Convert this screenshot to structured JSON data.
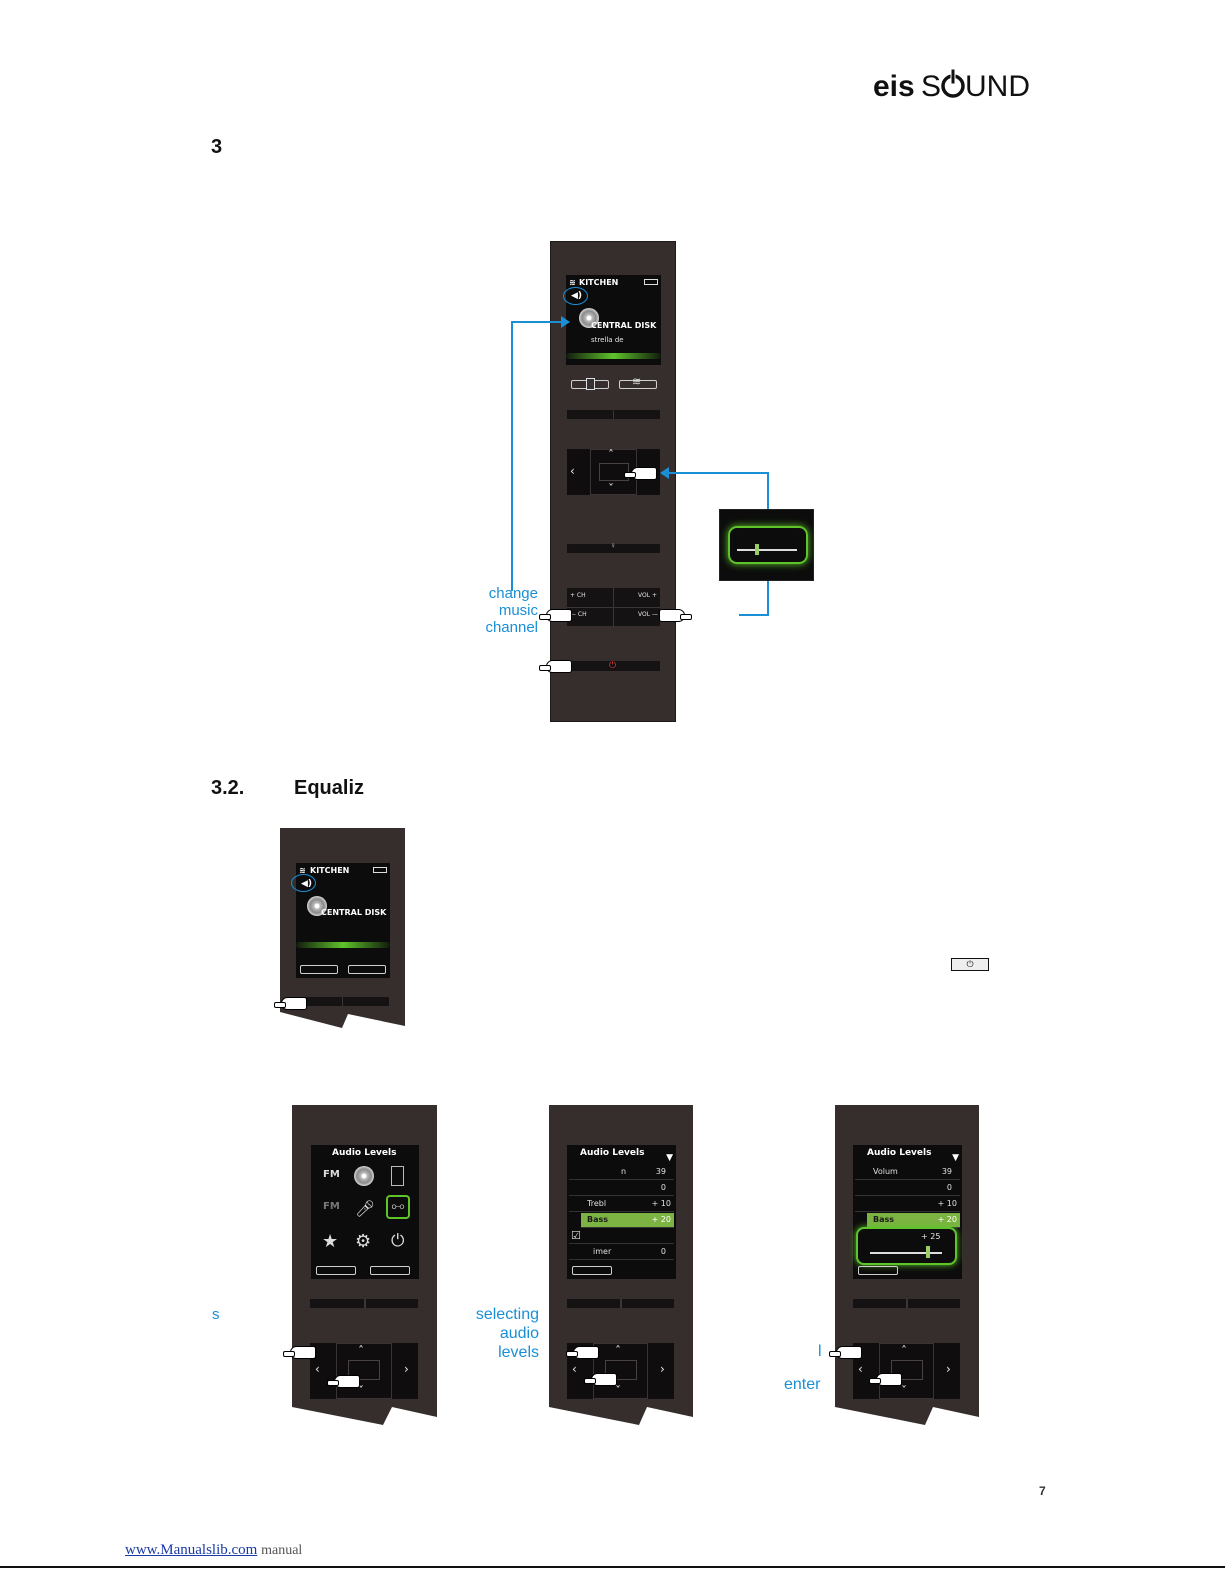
{
  "header": {
    "logo_text": "eisSOUND",
    "page_number": "7"
  },
  "section1": {
    "heading_number": "3",
    "remote_screen": {
      "zone": "KITCHEN",
      "source": "CENTRAL DISK",
      "track": "strella de"
    },
    "labels": {
      "change_channel": [
        "change",
        "music",
        "channel"
      ]
    },
    "buttons": {
      "ch_plus": "+ CH",
      "ch_minus": "— CH",
      "vol_plus": "VOL +",
      "vol_minus": "VOL —"
    }
  },
  "section2": {
    "heading_number": "3.2.",
    "heading_text": "Equaliz",
    "remote_screen": {
      "zone": "KITCHEN",
      "source": "CENTRAL DISK"
    },
    "left_label": "s",
    "selecting_label": [
      "selecting",
      "audio",
      "levels"
    ],
    "enter_labels": [
      "l",
      "enter"
    ],
    "audio_levels": {
      "title": "Audio Levels",
      "icon_grid": [
        "FM",
        "CD",
        "iPod",
        "FM",
        "mic",
        "eq",
        "star",
        "settings",
        "power"
      ],
      "list_b": [
        {
          "label": "n",
          "value": "39"
        },
        {
          "label": "",
          "value": "0"
        },
        {
          "label": "Trebl",
          "value": "+ 10"
        },
        {
          "label": "Bass",
          "value": "+ 20",
          "selected": true
        },
        {
          "label": "☑",
          "value": ""
        },
        {
          "label": "imer",
          "value": "0"
        }
      ],
      "list_c": [
        {
          "label": "Volum",
          "value": "39"
        },
        {
          "label": "",
          "value": "0"
        },
        {
          "label": "",
          "value": "+ 10"
        },
        {
          "label": "Bass",
          "value": "+ 20",
          "selected": true
        }
      ],
      "slider_value": "+ 25"
    }
  },
  "footer": {
    "link_text": "www.Manualslib.com",
    "link_suffix": "manual"
  },
  "colors": {
    "accent_blue": "#1a8fd6",
    "remote_body": "#352e2c",
    "screen_green": "#5fc42a",
    "power_red": "#e53935"
  }
}
